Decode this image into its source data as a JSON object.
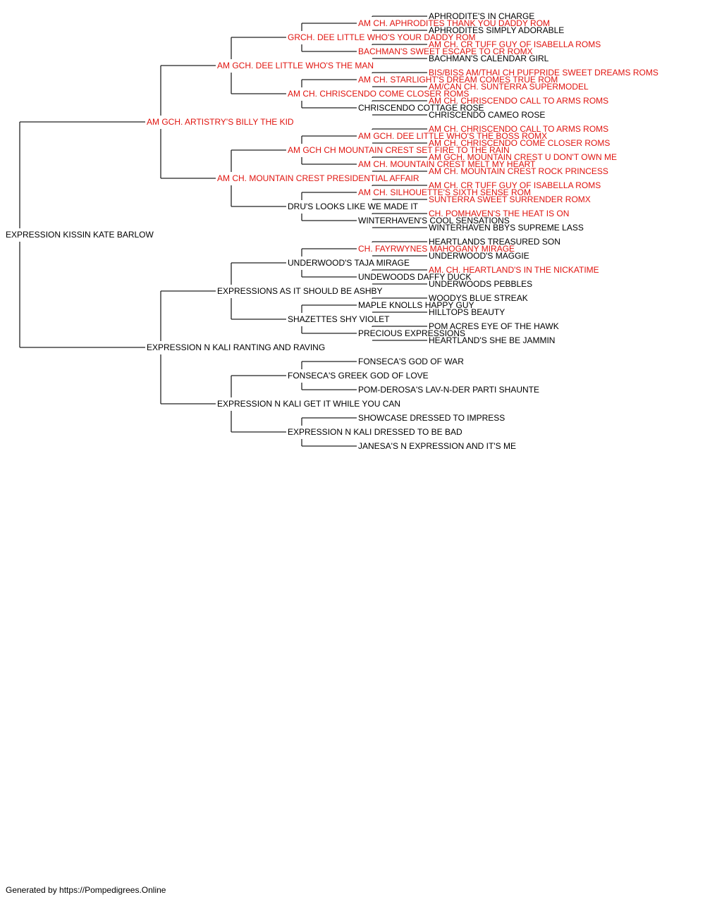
{
  "colors": {
    "champion": "#e0140f",
    "normal": "#000000",
    "line": "#222222"
  },
  "root": {
    "name": "EXPRESSION KISSIN KATE BARLOW",
    "ch": false,
    "sire": {
      "name": "AM GCH. ARTISTRY'S BILLY THE KID",
      "ch": true,
      "sire": {
        "name": "AM GCH. DEE LITTLE WHO'S THE MAN",
        "ch": true,
        "sire": {
          "name": "GRCH. DEE LITTLE WHO'S YOUR DADDY ROM",
          "ch": true,
          "sire": {
            "name": "AM CH. APHRODITES THANK YOU DADDY ROM",
            "ch": true,
            "sire": {
              "name": "APHRODITE'S IN CHARGE",
              "ch": false
            },
            "dam": {
              "name": "APHRODITES SIMPLY ADORABLE",
              "ch": false
            }
          },
          "dam": {
            "name": "BACHMAN'S SWEET ESCAPE TO CR ROMX",
            "ch": true,
            "sire": {
              "name": "AM CH. CR TUFF GUY OF ISABELLA ROMS",
              "ch": true
            },
            "dam": {
              "name": "BACHMAN'S CALENDAR GIRL",
              "ch": false
            }
          }
        },
        "dam": {
          "name": "AM CH. CHRISCENDO COME CLOSER ROMS",
          "ch": true,
          "sire": {
            "name": "AM CH. STARLIGHT'S DREAM COMES TRUE ROM",
            "ch": true,
            "sire": {
              "name": "BIS/BISS AM/THAI CH PUFPRIDE SWEET DREAMS ROMS",
              "ch": true
            },
            "dam": {
              "name": "AM/CAN CH. SUNTERRA SUPERMODEL",
              "ch": true
            }
          },
          "dam": {
            "name": "CHRISCENDO COTTAGE ROSE",
            "ch": false,
            "sire": {
              "name": "AM CH. CHRISCENDO CALL TO ARMS ROMS",
              "ch": true
            },
            "dam": {
              "name": "CHRISCENDO CAMEO ROSE",
              "ch": false
            }
          }
        }
      },
      "dam": {
        "name": "AM CH. MOUNTAIN CREST PRESIDENTIAL AFFAIR",
        "ch": true,
        "sire": {
          "name": "AM GCH CH MOUNTAIN CREST SET FIRE TO THE RAIN",
          "ch": true,
          "sire": {
            "name": "AM GCH. DEE LITTLE WHO'S THE BOSS ROMX",
            "ch": true,
            "sire": {
              "name": "AM CH. CHRISCENDO CALL TO ARMS ROMS",
              "ch": true
            },
            "dam": {
              "name": "AM CH. CHRISCENDO COME CLOSER ROMS",
              "ch": true
            }
          },
          "dam": {
            "name": "AM CH. MOUNTAIN CREST MELT MY HEART",
            "ch": true,
            "sire": {
              "name": "AM GCH. MOUNTAIN CREST U DON'T OWN ME",
              "ch": true
            },
            "dam": {
              "name": "AM CH. MOUNTAIN CREST ROCK PRINCESS",
              "ch": true
            }
          }
        },
        "dam": {
          "name": "DRU'S LOOKS LIKE WE MADE IT",
          "ch": false,
          "sire": {
            "name": "AM CH. SILHOUETTE'S SIXTH SENSE ROM",
            "ch": true,
            "sire": {
              "name": "AM CH. CR TUFF GUY OF ISABELLA ROMS",
              "ch": true
            },
            "dam": {
              "name": "SUNTERRA SWEET SURRENDER ROMX",
              "ch": true
            }
          },
          "dam": {
            "name": "WINTERHAVEN'S COOL SENSATIONS",
            "ch": false,
            "sire": {
              "name": "CH. POMHAVEN'S THE HEAT IS ON",
              "ch": true
            },
            "dam": {
              "name": "WINTERHAVEN BBYS SUPREME LASS",
              "ch": false
            }
          }
        }
      }
    },
    "dam": {
      "name": "EXPRESSION N KALI RANTING AND RAVING",
      "ch": false,
      "sire": {
        "name": "EXPRESSIONS AS IT SHOULD BE ASHBY",
        "ch": false,
        "sire": {
          "name": "UNDERWOOD'S TAJA MIRAGE",
          "ch": false,
          "sire": {
            "name": "CH. FAYRWYNES MAHOGANY MIRAGE",
            "ch": true,
            "sire": {
              "name": "HEARTLANDS TREASURED SON",
              "ch": false
            },
            "dam": {
              "name": "UNDERWOOD'S MAGGIE",
              "ch": false
            }
          },
          "dam": {
            "name": "UNDEWOODS DAFFY DUCK",
            "ch": false,
            "sire": {
              "name": "AM. CH. HEARTLAND'S IN THE NICKATIME",
              "ch": true
            },
            "dam": {
              "name": "UNDERWOODS PEBBLES",
              "ch": false
            }
          }
        },
        "dam": {
          "name": "SHAZETTES SHY VIOLET",
          "ch": false,
          "sire": {
            "name": "MAPLE KNOLLS HAPPY GUY",
            "ch": false,
            "sire": {
              "name": "WOODYS BLUE STREAK",
              "ch": false
            },
            "dam": {
              "name": "HILLTOPS BEAUTY",
              "ch": false
            }
          },
          "dam": {
            "name": "PRECIOUS EXPRESSIONS",
            "ch": false,
            "sire": {
              "name": "POM ACRES EYE OF THE HAWK",
              "ch": false
            },
            "dam": {
              "name": "HEARTLAND'S SHE BE JAMMIN",
              "ch": false
            }
          }
        }
      },
      "dam": {
        "name": "EXPRESSION N KALI GET IT WHILE YOU CAN",
        "ch": false,
        "sire": {
          "name": "FONSECA'S GREEK GOD OF LOVE",
          "ch": false,
          "sire": {
            "name": "FONSECA'S GOD OF WAR",
            "ch": false
          },
          "dam": {
            "name": "POM-DEROSA'S LAV-N-DER PARTI SHAUNTE",
            "ch": false
          }
        },
        "dam": {
          "name": "EXPRESSION N KALI DRESSED TO BE BAD",
          "ch": false,
          "sire": {
            "name": "SHOWCASE DRESSED TO IMPRESS",
            "ch": false
          },
          "dam": {
            "name": "JANESA'S N EXPRESSION AND IT'S ME",
            "ch": false
          }
        }
      }
    }
  },
  "footer": "Generated by https://Pompedigrees.Online"
}
